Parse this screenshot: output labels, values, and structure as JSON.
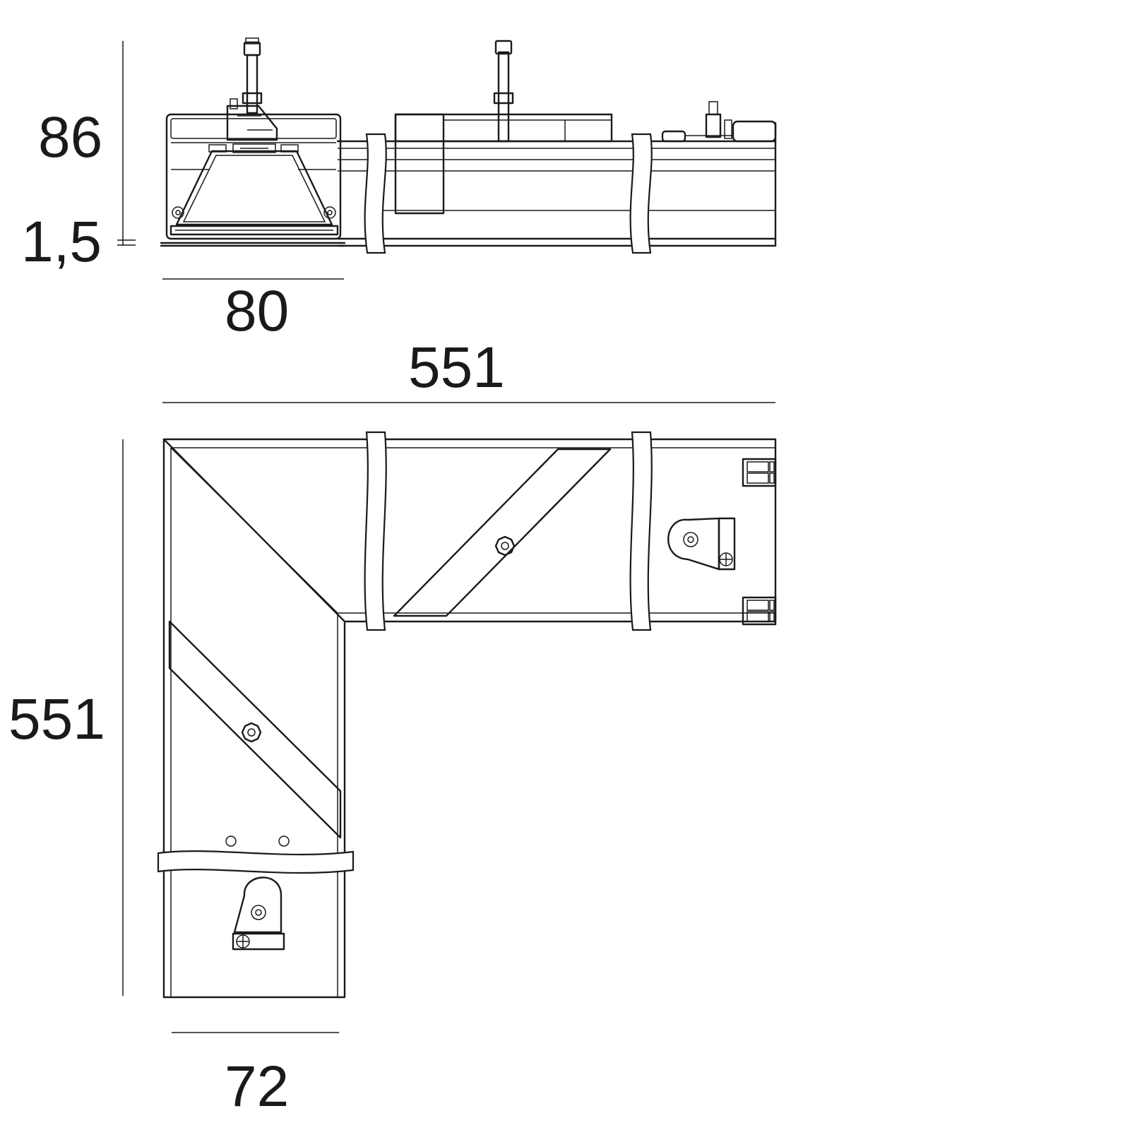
{
  "dimensions": {
    "height": "86",
    "recess": "1,5",
    "section_width": "80",
    "overall_length_top": "551",
    "overall_length_side": "551",
    "profile_width": "72"
  },
  "colors": {
    "line": "#1a1a1a",
    "background": "#ffffff"
  }
}
